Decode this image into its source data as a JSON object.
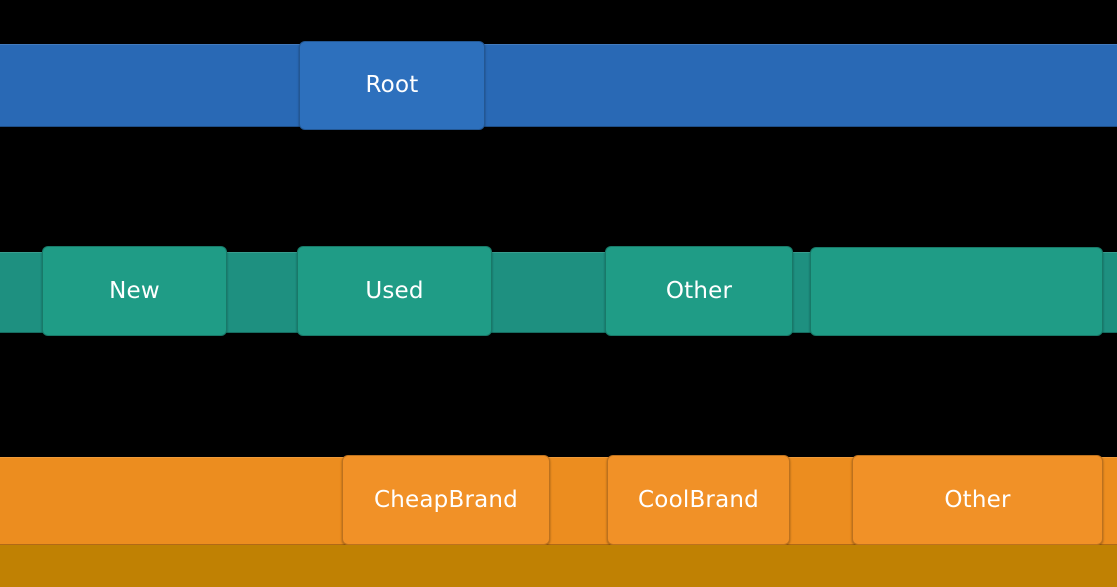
{
  "background_color": "#000000",
  "label_color": "#ffffff",
  "levels": [
    {
      "name": "root-level",
      "band": {
        "color": "#2969b5"
      },
      "node_color": "#2d70bd",
      "nodes": [
        {
          "label": "Root"
        }
      ]
    },
    {
      "name": "level-1",
      "band": {
        "color": "#1e9080"
      },
      "node_color": "#1f9c86",
      "nodes": [
        {
          "label": "New"
        },
        {
          "label": "Used"
        },
        {
          "label": "Other"
        },
        {
          "label": ""
        }
      ]
    },
    {
      "name": "level-2",
      "band": {
        "color": "#ec8d1f"
      },
      "node_color": "#f19127",
      "nodes": [
        {
          "label": "CheapBrand"
        },
        {
          "label": "CoolBrand"
        },
        {
          "label": "Other"
        }
      ]
    }
  ],
  "clipped_next_level": {
    "color": "#c08103"
  }
}
